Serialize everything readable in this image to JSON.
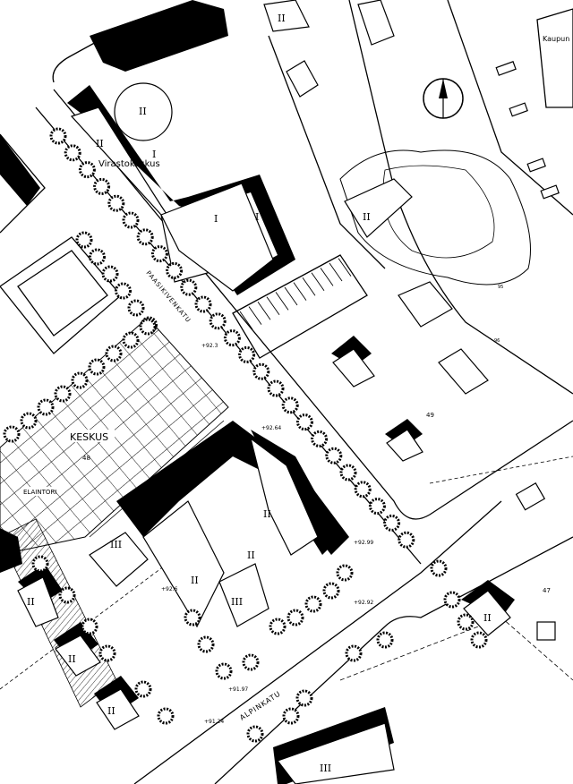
{
  "map": {
    "streets": {
      "paasikivenkatu": "PAASIKIVENKATU",
      "alpinkatu": "ALPINKATU"
    },
    "places": {
      "virastokeskus": "Virastokeskus",
      "keskus": "KESKUS",
      "elaintori": "ELAINTORI",
      "kaupunki": "Kaupun"
    },
    "plot_numbers": {
      "keskus_plot": "48",
      "east_plot": "49",
      "southeast_plot": "47"
    },
    "contours": {
      "c95": "95",
      "c96": "96"
    },
    "floor_labels": {
      "one": "I",
      "two": "II",
      "three": "III"
    },
    "elevations": {
      "e1": "+92.3",
      "e2": "+92.64",
      "e3": "+92.99",
      "e4": "+92.92",
      "e5": "+91.97",
      "e6": "+91.24",
      "e7": "+92.6"
    },
    "north_arrow": "north-arrow-icon",
    "colors": {
      "ink": "#000000",
      "paper": "#ffffff"
    }
  }
}
